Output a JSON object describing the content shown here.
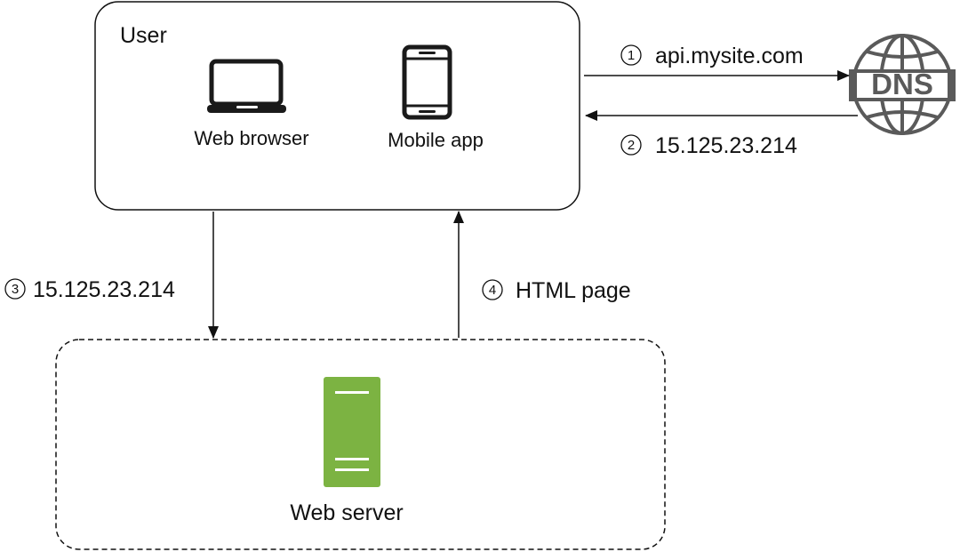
{
  "user_box": {
    "title": "User",
    "web_browser_label": "Web browser",
    "mobile_app_label": "Mobile app"
  },
  "dns": {
    "icon_text": "DNS",
    "icon_color": "#5a5a5a"
  },
  "steps": [
    {
      "number": "1",
      "label": "api.mysite.com"
    },
    {
      "number": "2",
      "label": "15.125.23.214"
    },
    {
      "number": "3",
      "label": "15.125.23.214"
    },
    {
      "number": "4",
      "label": "HTML page"
    }
  ],
  "server_box": {
    "label": "Web server",
    "server_color": "#7cb342"
  },
  "colors": {
    "line": "#111111",
    "device_icon": "#1a1a1a"
  }
}
